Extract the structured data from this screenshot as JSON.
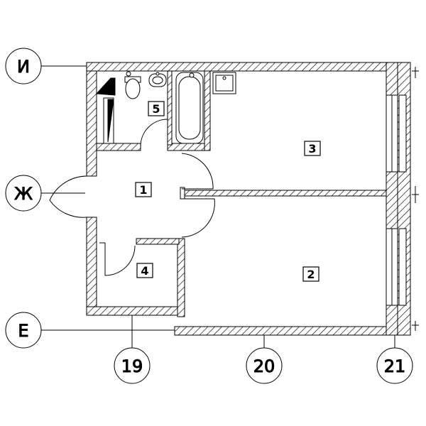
{
  "axes": {
    "rows": [
      "И",
      "Ж",
      "Е"
    ],
    "columns": [
      "19",
      "20",
      "21"
    ]
  },
  "rooms": [
    "1",
    "2",
    "3",
    "4",
    "5"
  ]
}
